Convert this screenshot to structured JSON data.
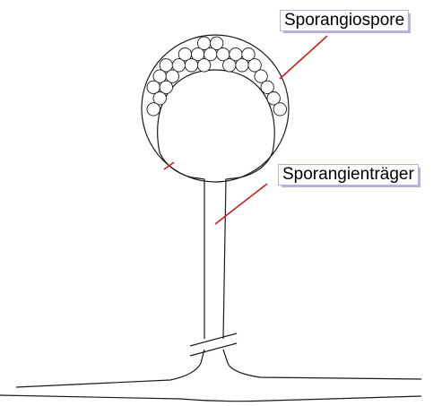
{
  "labels": {
    "sporangiospore": "Sporangiospore",
    "sporangiophore": "Sporangienträger"
  },
  "colors": {
    "outline": "#1a1a1a",
    "pointer": "#cc1f1f",
    "label_shadow": "#b8b0d8",
    "background": "#ffffff"
  },
  "icons": {
    "spore_cluster": "circle-cluster",
    "break_marks": "double-slash"
  }
}
